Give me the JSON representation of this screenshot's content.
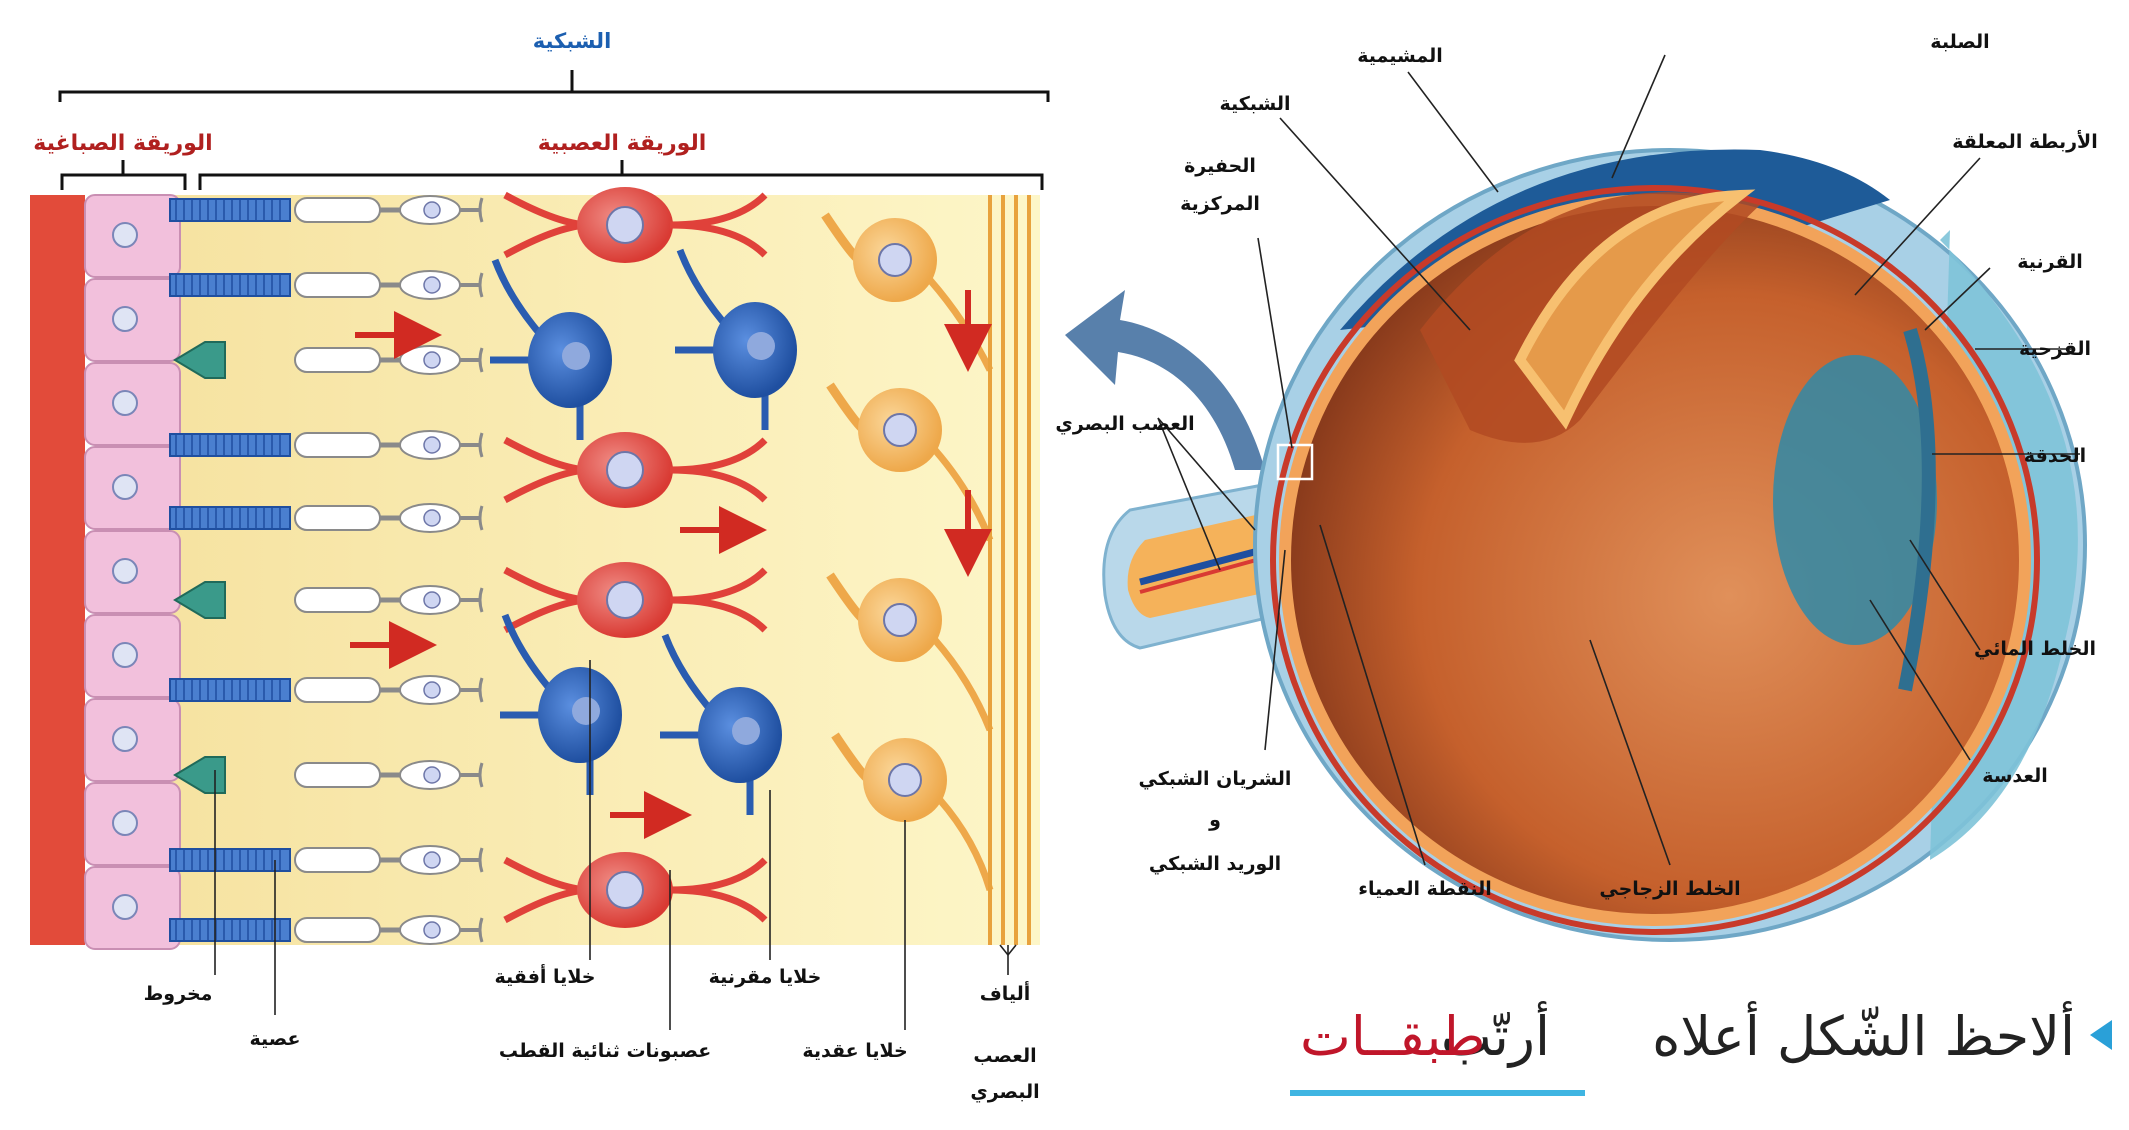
{
  "retina_diagram": {
    "retina_title": "الشبكية",
    "pigment_layer": "الوريقة الصباغية",
    "neural_layer": "الوريقة العصبية",
    "cone": "مخروط",
    "rod": "عصية",
    "horizontal_cells": "خلايا أفقية",
    "bipolar_neurons": "عصبونات ثنائية القطب",
    "amacrine_cells": "خلايا مقرنية",
    "ganglion_cells": "خلايا عقدية",
    "optic_fibers_1": "ألياف",
    "optic_fibers_2": "العصب",
    "optic_fibers_3": "البصري"
  },
  "eye_diagram": {
    "sclera": "الصلبة",
    "choroid": "المشيمية",
    "retina": "الشبكية",
    "fovea_1": "الحفيرة",
    "fovea_2": "المركزية",
    "suspensory_ligaments": "الأربطة المعلقة",
    "cornea": "القرنية",
    "iris": "القزحية",
    "pupil": "الحدقة",
    "optic_nerve": "العصب البصري",
    "aqueous_humor": "الخلط المائي",
    "lens": "العدسة",
    "retinal_vessels_1": "الشريان الشبكي",
    "retinal_vessels_2": "و",
    "retinal_vessels_3": "الوريد الشبكي",
    "blind_spot": "النقطة العمياء",
    "vitreous_humor": "الخلط الزجاجي"
  },
  "instruction": {
    "part1": "ألاحظ الشّكل أعلاه",
    "part2": "أرتّب",
    "part3": "طبقــات"
  },
  "colors": {
    "pigment": "#f2c0dc",
    "red_cells": "#e0413a",
    "blue_cells": "#2f62b4",
    "orange_cells": "#f4b45a",
    "sclera": "#a8d0e6",
    "arrow": "#4f79a6"
  }
}
